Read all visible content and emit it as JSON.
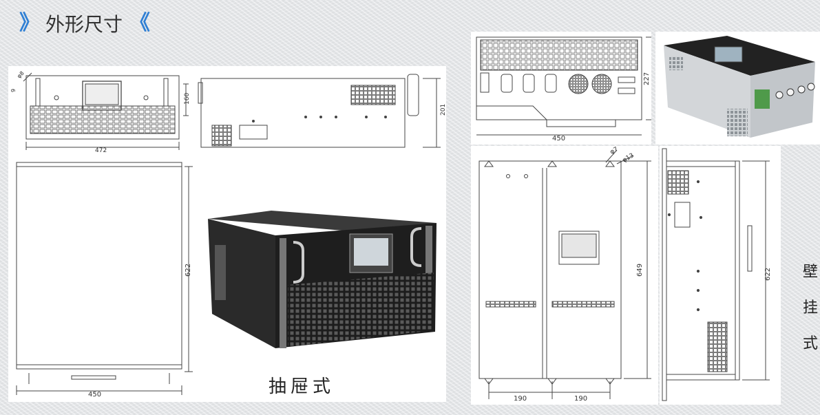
{
  "header": {
    "left_marks": "》",
    "title": "外形尺寸",
    "right_marks": "《"
  },
  "drawer": {
    "caption": "抽屉式",
    "front": {
      "w": "472",
      "h": "160",
      "slot": "9",
      "hole": "φ8"
    },
    "side": {
      "h": "201"
    },
    "top": {
      "w": "450",
      "h": "622"
    }
  },
  "wall": {
    "caption": "壁挂式",
    "caption_chars": [
      "壁",
      "挂",
      "式"
    ],
    "bottom": {
      "w": "450",
      "h": "227"
    },
    "front": {
      "h": "649",
      "w1": "190",
      "w2": "190",
      "d1": "φ7",
      "d2": "φ13"
    },
    "side": {
      "h": "622"
    }
  },
  "colors": {
    "accent": "#2f7fd4",
    "title": "#333333",
    "line": "#444444"
  }
}
